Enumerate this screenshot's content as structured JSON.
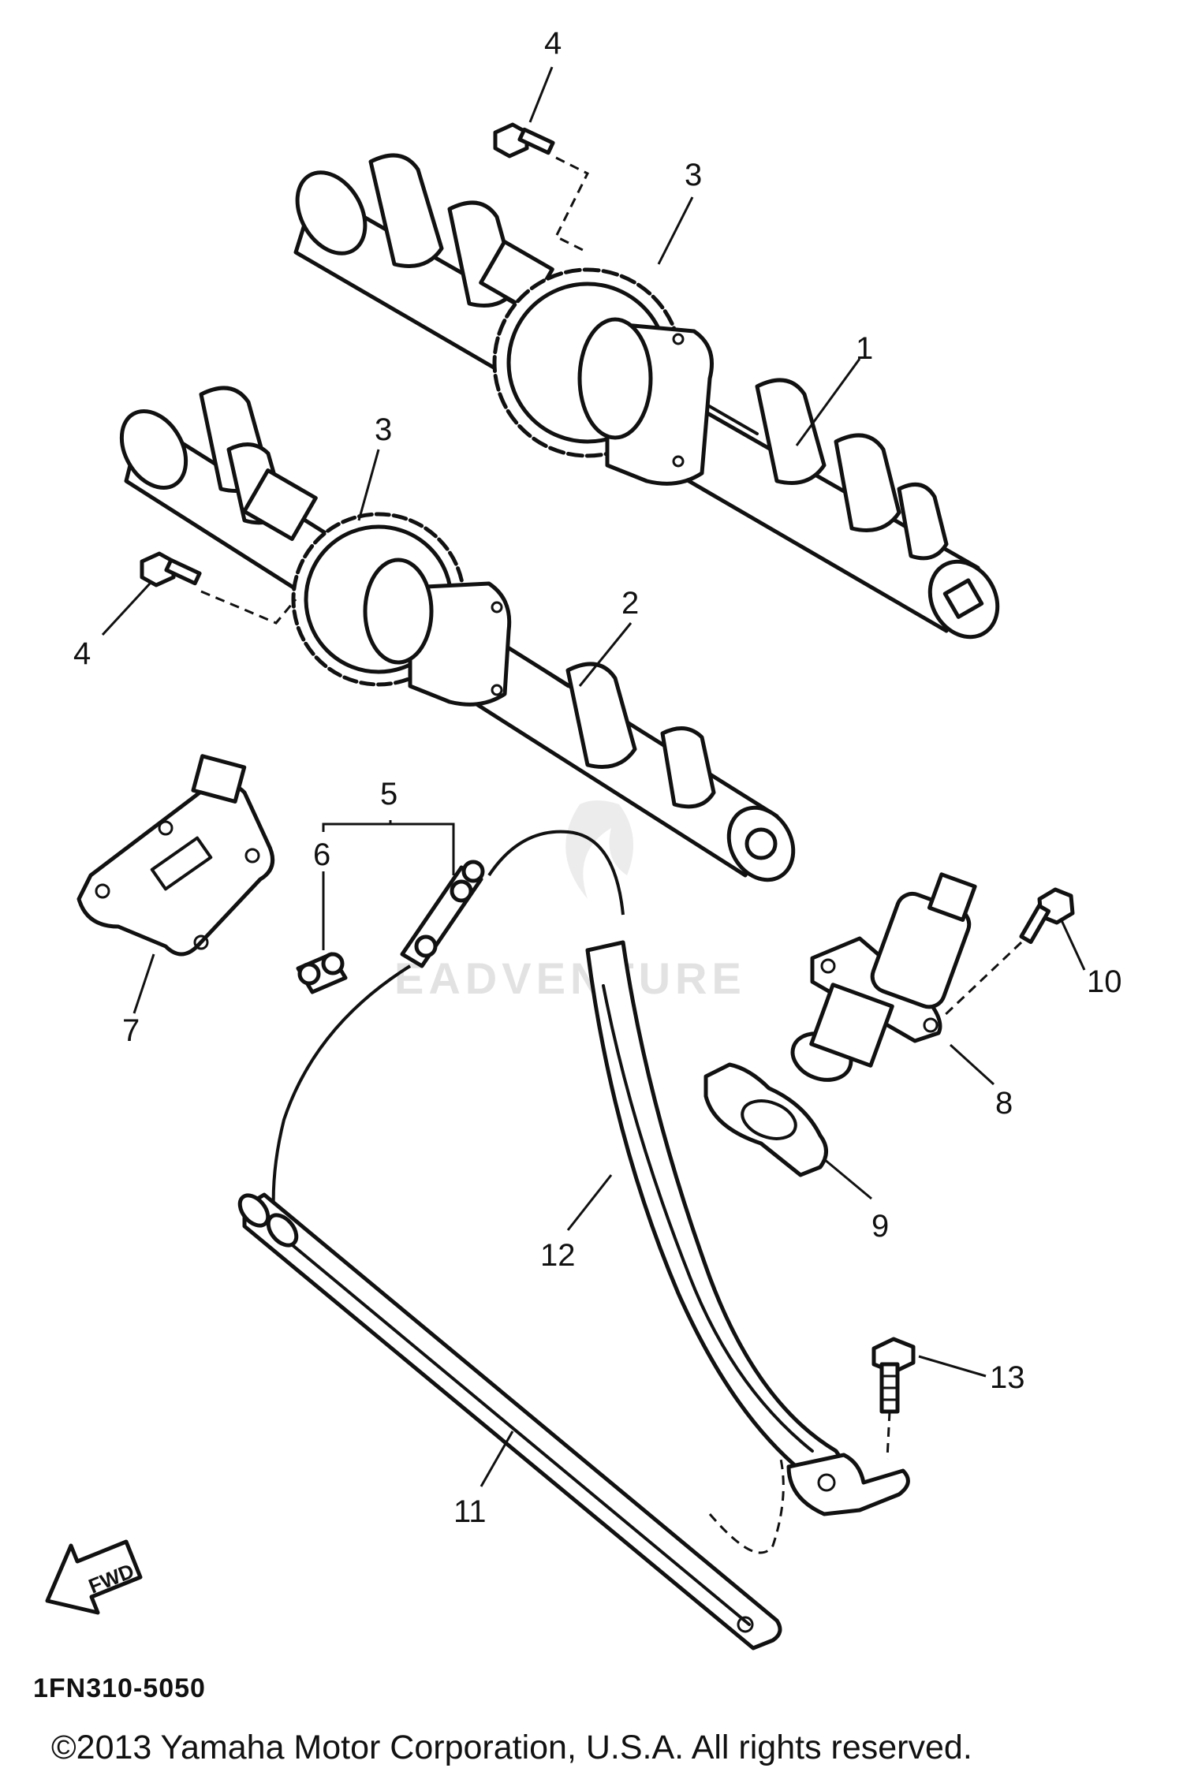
{
  "diagram": {
    "figure_code": "1FN310-5050",
    "copyright": "©2013 Yamaha Motor Corporation, U.S.A. All rights reserved.",
    "watermark": "EADVENTURE",
    "direction_label": "FWD",
    "callouts": [
      {
        "id": "c4a",
        "text": "4"
      },
      {
        "id": "c3a",
        "text": "3"
      },
      {
        "id": "c1",
        "text": "1"
      },
      {
        "id": "c3b",
        "text": "3"
      },
      {
        "id": "c4b",
        "text": "4"
      },
      {
        "id": "c2",
        "text": "2"
      },
      {
        "id": "c5",
        "text": "5"
      },
      {
        "id": "c6",
        "text": "6"
      },
      {
        "id": "c7",
        "text": "7"
      },
      {
        "id": "c10",
        "text": "10"
      },
      {
        "id": "c8",
        "text": "8"
      },
      {
        "id": "c9",
        "text": "9"
      },
      {
        "id": "c12",
        "text": "12"
      },
      {
        "id": "c13",
        "text": "13"
      },
      {
        "id": "c11",
        "text": "11"
      }
    ]
  }
}
